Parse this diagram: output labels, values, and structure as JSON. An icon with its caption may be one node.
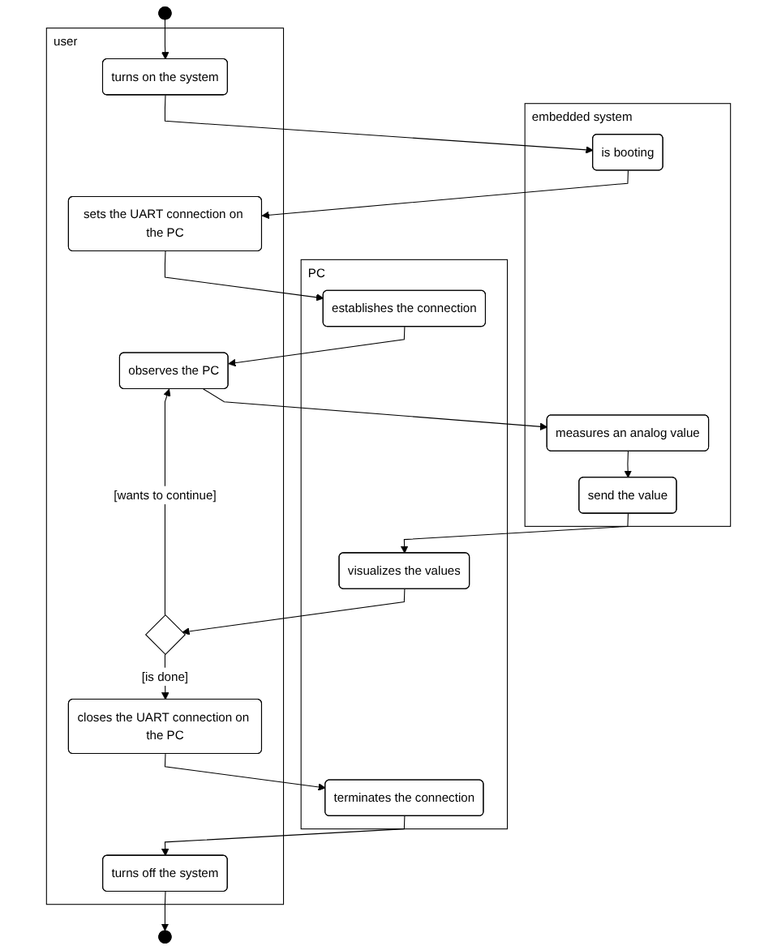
{
  "diagram": {
    "nodes": [
      {
        "text": [
          "user"
        ]
      },
      {
        "text": [
          "embedded system"
        ]
      },
      {
        "text": [
          "PC"
        ]
      },
      {
        "text": [],
        "shape": "circle"
      },
      {
        "text": [
          "turns on the system"
        ],
        "in": 0
      },
      {
        "text": [
          "is booting"
        ],
        "in": 1
      },
      {
        "text": [
          "sets the UART connection on the PC"
        ],
        "in": 0
      },
      {
        "text": [
          "establishes the connection"
        ],
        "in": 2
      },
      {
        "text": [
          "observes the PC"
        ],
        "in": 0
      },
      {
        "text": [
          "measures an analog value"
        ],
        "in": 1
      },
      {
        "text": [
          "send the value"
        ],
        "in": 1
      },
      {
        "text": [
          "visualizes the values"
        ],
        "in": 2
      },
      {
        "text": [],
        "shape": "diamond",
        "in": 0
      },
      {
        "text": [
          "closes the UART connection on the PC"
        ],
        "in": 0
      },
      {
        "text": [
          "terminates the connection"
        ],
        "in": 2
      },
      {
        "text": [
          "turns off the system"
        ],
        "in": 0
      },
      {
        "text": [],
        "shape": "circle"
      }
    ],
    "edges": [
      {
        "from": 3,
        "to": 4,
        "arrow": "to"
      },
      {
        "from": 4,
        "to": 5,
        "arrow": "to"
      },
      {
        "from": 5,
        "to": 6,
        "arrow": "to"
      },
      {
        "from": 6,
        "to": 7,
        "arrow": "to"
      },
      {
        "from": 7,
        "to": 8,
        "arrow": "to"
      },
      {
        "from": 8,
        "to": 9,
        "arrow": "to"
      },
      {
        "from": 9,
        "to": 10,
        "arrow": "to"
      },
      {
        "from": 10,
        "to": 11,
        "arrow": "to"
      },
      {
        "from": 11,
        "to": 12,
        "arrow": "to"
      },
      {
        "from": 12,
        "to": 8,
        "arrow": "to",
        "label": "[wants to continue]"
      },
      {
        "from": 12,
        "to": 13,
        "arrow": "to",
        "label": "[is done]"
      },
      {
        "from": 13,
        "to": 14,
        "arrow": "to"
      },
      {
        "from": 14,
        "to": 15,
        "arrow": "to"
      },
      {
        "from": 15,
        "to": 16,
        "arrow": "to"
      }
    ]
  }
}
